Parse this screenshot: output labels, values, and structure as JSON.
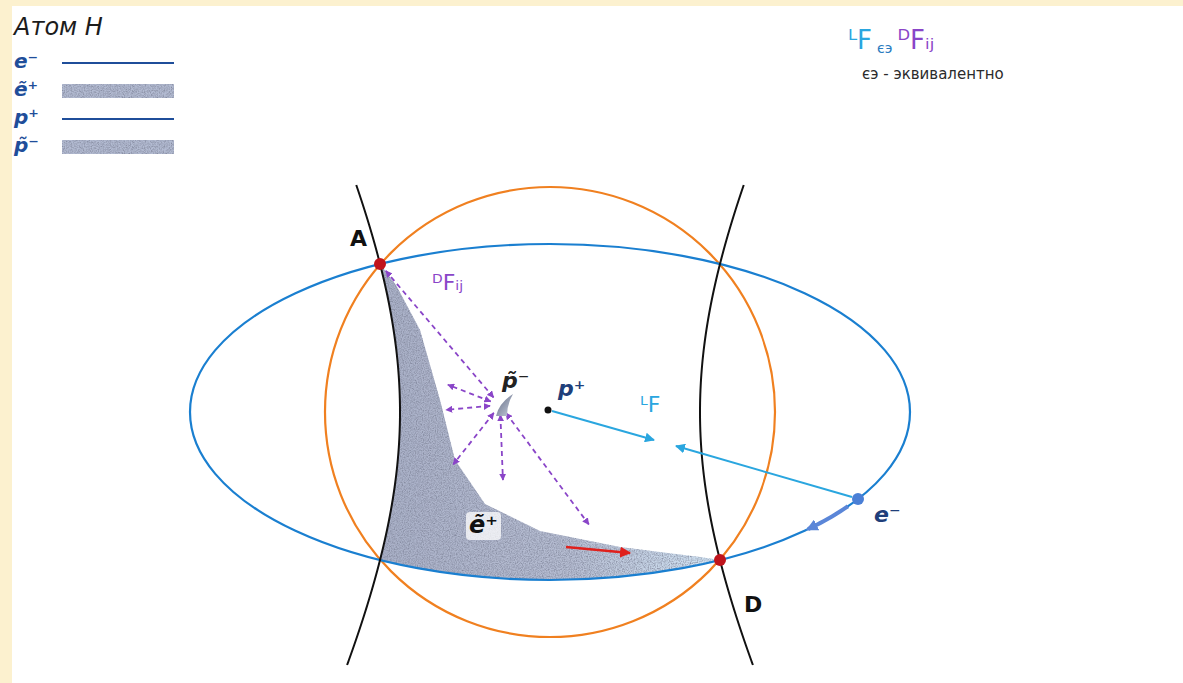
{
  "diagram": {
    "title": "Атом H",
    "labels": [
      "ᴸF",
      "єэ",
      "ᴰFᵢⱼ",
      "єэ - эквивалентно",
      "A",
      "ᴰFᵢⱼ",
      "p̃⁻",
      "p⁺",
      "ᴸF",
      "e⁻",
      "ẽ⁺",
      "D"
    ],
    "legend": [
      {
        "text": "e⁻"
      },
      {
        "text": "ẽ⁺"
      },
      {
        "text": "p⁺"
      },
      {
        "text": "p̃⁻"
      }
    ]
  }
}
